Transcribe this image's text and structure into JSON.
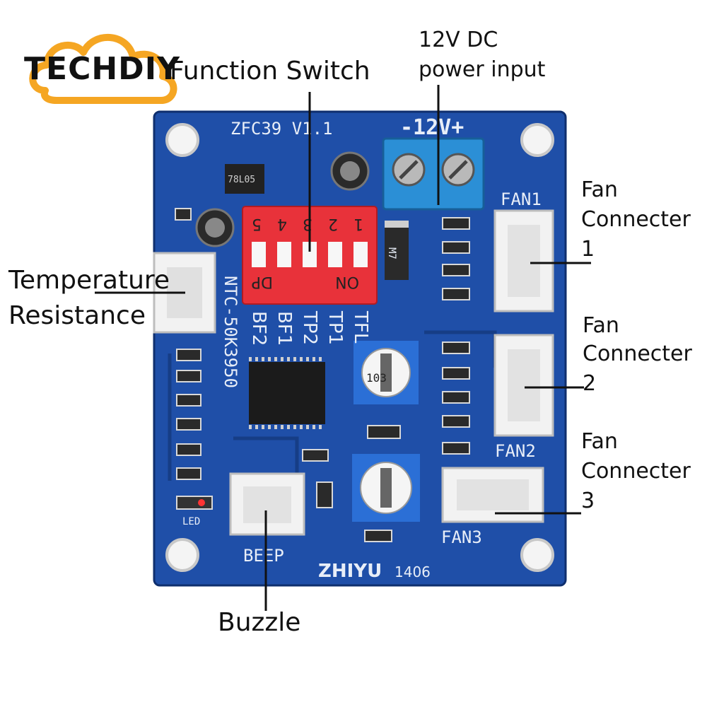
{
  "brand": {
    "logo_text": "TECHDIY",
    "accent": "#f5a623"
  },
  "labels": {
    "function_switch": "Function Switch",
    "power_line1": "12V DC",
    "power_line2": "power input",
    "temp_line1": "Temperature",
    "temp_line2": "Resistance",
    "fan1_line1": "Fan",
    "fan1_line2": "Connecter",
    "fan1_line3": "1",
    "fan2_line1": "Fan",
    "fan2_line2": "Connecter",
    "fan2_line3": "2",
    "fan3_line1": "Fan",
    "fan3_line2": "Connecter",
    "fan3_line3": "3",
    "buzzer": "Buzzle"
  },
  "board": {
    "model": "ZFC39 V1.1",
    "voltage": "-12V+",
    "fan1": "FAN1",
    "fan2": "FAN2",
    "fan3": "FAN3",
    "beep": "BEEP",
    "led": "LED",
    "maker": "ZHIYU",
    "code": "1406",
    "ntc": "NTC-50K3950",
    "dip_numbers": [
      "5",
      "4",
      "3",
      "2",
      "1"
    ],
    "dip_dp": "DP",
    "dip_on": "ON",
    "func_tfl": "TFL",
    "func_tp1": "TP1",
    "func_tp2": "TP2",
    "func_bf1": "BF1",
    "func_bf2": "BF2",
    "reg": "78L05",
    "diode": "M7",
    "pot": "103",
    "colors": {
      "pcb": "#1f4fa8",
      "pcb_dark": "#163d86",
      "silk": "#e8eef8",
      "dip": "#e8323a",
      "terminal": "#2b8fd6"
    }
  }
}
